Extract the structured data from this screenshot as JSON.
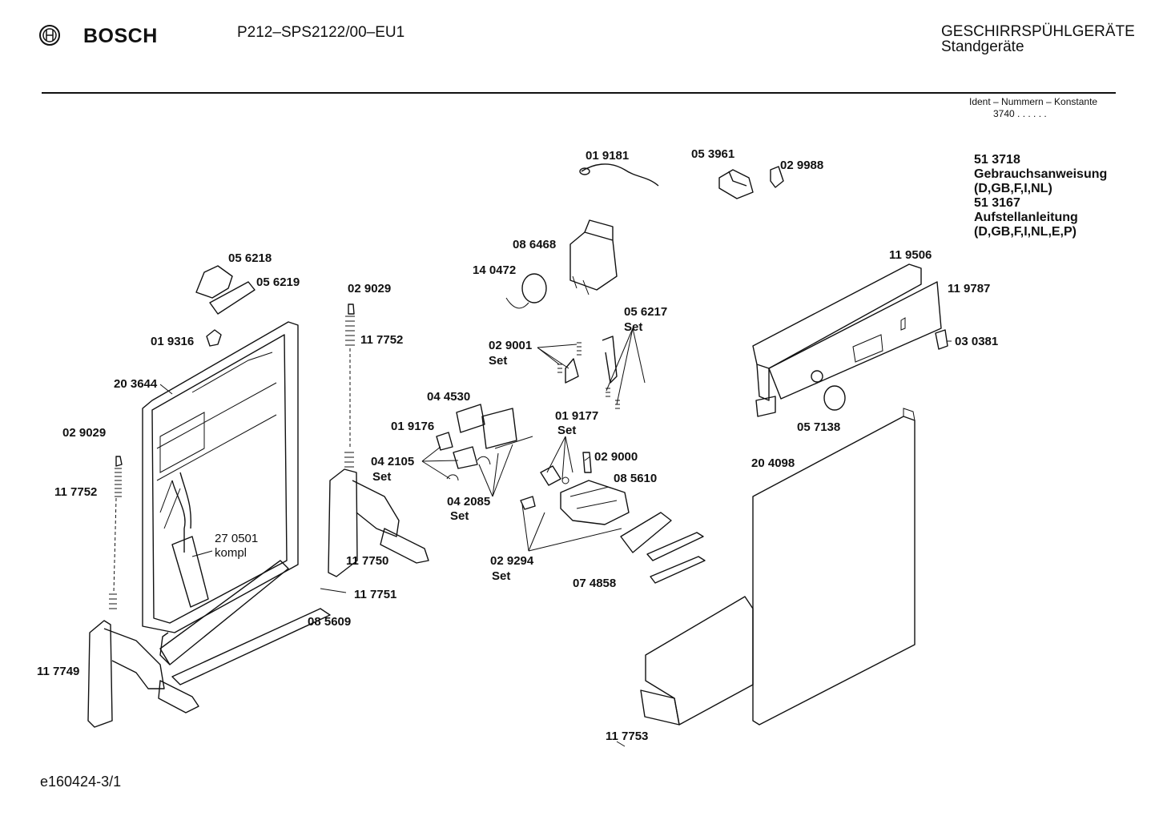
{
  "header": {
    "brand": "BOSCH",
    "model": "P212–SPS2122/00–EU1",
    "category_line1": "GESCHIRRSPÜHLGERÄTE",
    "category_line2": "Standgeräte",
    "ident_label": "Ident – Nummern – Konstante",
    "ident_value": "3740 . . . . . ."
  },
  "info": {
    "line1": "51 3718",
    "line2": "Gebrauchsanweisung",
    "line3": "(D,GB,F,I,NL)",
    "line4": "51 3167",
    "line5": "Aufstellanleitung",
    "line6": "(D,GB,F,I,NL,E,P)"
  },
  "parts": {
    "p019181": "01 9181",
    "p053961": "05 3961",
    "p029988": "02 9988",
    "p086468": "08 6468",
    "p140472": "14 0472",
    "p056218": "05 6218",
    "p056219": "05 6219",
    "p029029a": "02 9029",
    "p117752a": "11 7752",
    "p019316": "01 9316",
    "p203644": "20 3644",
    "p029029b": "02 9029",
    "p117752b": "11 7752",
    "p270501": "27 0501",
    "p270501b": "kompl",
    "p117750": "11 7750",
    "p117751": "11 7751",
    "p085609": "08 5609",
    "p117749": "11 7749",
    "p044530": "04 4530",
    "p019176": "01 9176",
    "p042105": "04 2105",
    "p042105b": "Set",
    "p042085": "04 2085",
    "p042085b": "Set",
    "p029001": "02 9001",
    "p029001b": "Set",
    "p056217": "05 6217",
    "p056217b": "Set",
    "p019177": "01 9177",
    "p019177b": "Set",
    "p029000": "02 9000",
    "p085610": "08 5610",
    "p029294": "02 9294",
    "p029294b": "Set",
    "p074858": "07 4858",
    "p119506": "11 9506",
    "p119787": "11 9787",
    "p030381": "03 0381",
    "p057138": "05 7138",
    "p204098": "20 4098",
    "p117753": "11 7753"
  },
  "footer": {
    "doc_id": "e160424-3/1"
  }
}
